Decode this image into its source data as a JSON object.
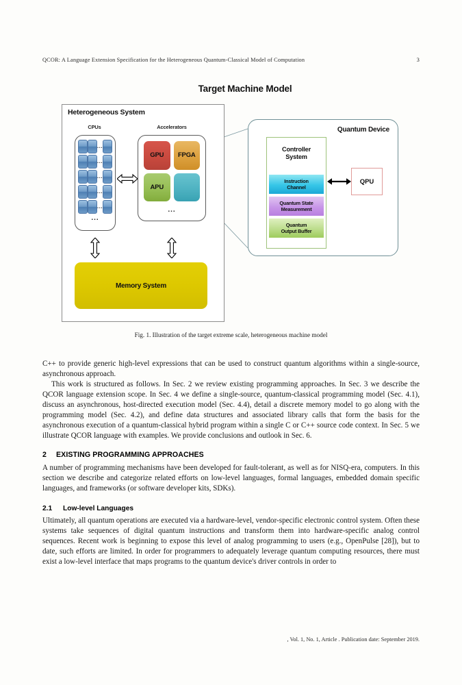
{
  "running_head": {
    "title": "QCOR: A Language Extension Specification for the Heterogeneous Quantum-Classical Model of Computation",
    "page_number": "3"
  },
  "figure": {
    "title": "Target Machine Model",
    "heterogeneous_system": {
      "label": "Heterogeneous System",
      "cpus": {
        "label": "CPUs",
        "row_ellipsis": "...",
        "bottom_ellipsis": "...",
        "rows": 5,
        "chips_per_row": 3
      },
      "accelerators": {
        "label": "Accelerators",
        "cells": [
          {
            "label": "GPU",
            "color": "#c94a3f"
          },
          {
            "label": "FPGA",
            "color": "#dda13f"
          },
          {
            "label": "APU",
            "color": "#97bf55"
          },
          {
            "label": "",
            "color": "#4fb3c2"
          }
        ],
        "bottom_ellipsis": "..."
      },
      "memory": {
        "label": "Memory System",
        "color": "#ddc800"
      }
    },
    "quantum_device": {
      "label": "Quantum Device",
      "controller": {
        "title_line1": "Controller",
        "title_line2": "System",
        "blocks": [
          {
            "line1": "Instruction",
            "line2": "Channel",
            "color": "#36c6e8"
          },
          {
            "line1": "Quantum State",
            "line2": "Measurement",
            "color": "#c896e8"
          },
          {
            "line1": "Quantum",
            "line2": "Output Buffer",
            "color": "#bcdd8c"
          }
        ]
      },
      "qpu": {
        "label": "QPU",
        "border_color": "#e09a98"
      }
    },
    "caption": "Fig. 1.  Illustration of the target extreme scale, heterogeneous machine model"
  },
  "body": {
    "para_continued": "C++ to provide generic high-level expressions that can be used to construct quantum algorithms within a single-source, asynchronous approach.",
    "para_structure": "This work is structured as follows. In Sec. 2 we review existing programming approaches. In Sec. 3 we describe the QCOR language extension scope. In Sec. 4 we define a single-source, quantum-classical programming model (Sec. 4.1), discuss an asynchronous, host-directed execution model (Sec. 4.4), detail a discrete memory model to go along with the programming model (Sec. 4.2), and define data structures and associated library calls that form the basis for the asynchronous execution of a quantum-classical hybrid program within a single C or C++ source code context. In Sec. 5 we illustrate QCOR language with examples. We provide conclusions and outlook in Sec. 6.",
    "section_2": {
      "number": "2",
      "title": "EXISTING PROGRAMMING APPROACHES"
    },
    "para_section2": "A number of programming mechanisms have been developed for fault-tolerant, as well as for NISQ-era, computers. In this section we describe and categorize related efforts on low-level languages, formal languages, embedded domain specific languages, and frameworks (or software developer kits, SDKs).",
    "section_2_1": {
      "number": "2.1",
      "title": "Low-level Languages"
    },
    "para_section2_1": "Ultimately, all quantum operations are executed via a hardware-level, vendor-specific electronic control system. Often these systems take sequences of digital quantum instructions and transform them into hardware-specific analog control sequences. Recent work is beginning to expose this level of analog programming to users (e.g., OpenPulse [28]), but to date, such efforts are limited. In order for programmers to adequately leverage quantum computing resources, there must exist a low-level interface that maps programs to the quantum device's driver controls in order to"
  },
  "footer": {
    "text": ", Vol. 1, No. 1, Article . Publication date: September 2019."
  }
}
